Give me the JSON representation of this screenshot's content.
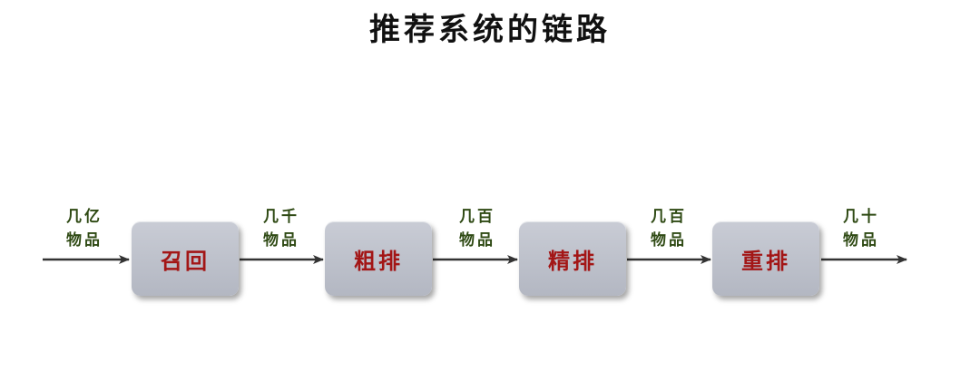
{
  "title": "推荐系统的链路",
  "stages": [
    {
      "label": "召回"
    },
    {
      "label": "粗排"
    },
    {
      "label": "精排"
    },
    {
      "label": "重排"
    }
  ],
  "counts": [
    {
      "line1": "几亿",
      "line2": "物品"
    },
    {
      "line1": "几千",
      "line2": "物品"
    },
    {
      "line1": "几百",
      "line2": "物品"
    },
    {
      "line1": "几百",
      "line2": "物品"
    },
    {
      "line1": "几十",
      "line2": "物品"
    }
  ],
  "colors": {
    "stage_fill": "#bfc2cc",
    "stage_text": "#a31616",
    "count_text": "#2f4a14",
    "arrow": "#333333"
  }
}
